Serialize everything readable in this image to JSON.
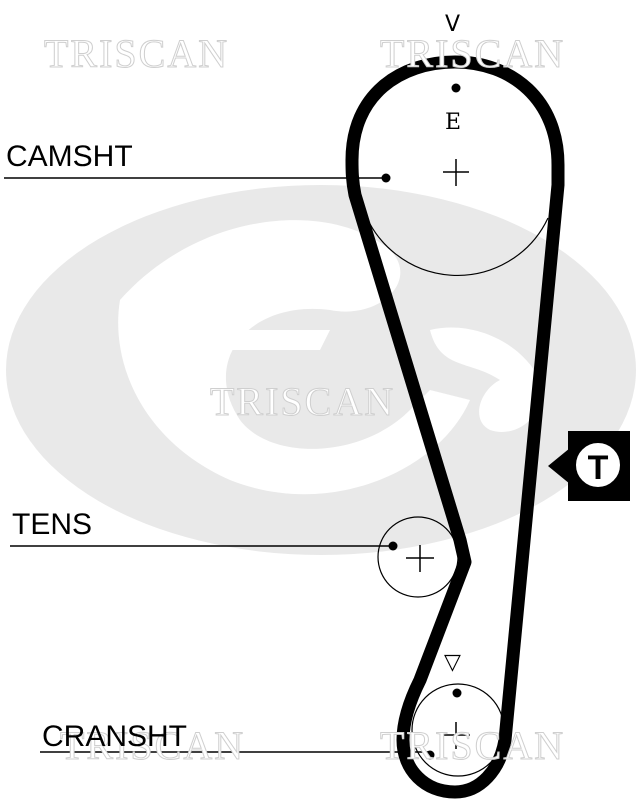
{
  "watermarks": {
    "top_left": "TRISCAN",
    "top_right": "TRISCAN",
    "center": "TRISCAN",
    "bottom_left": "TRISCAN",
    "bottom_right": "TRISCAN"
  },
  "background_logo": "Gates",
  "labels": {
    "camshaft": "CAMSHT",
    "tensioner": "TENS",
    "crankshaft": "CRANSHT"
  },
  "markers": {
    "cam_timing_mark": "V",
    "cam_letter": "E",
    "crank_timing_mark": "▽",
    "tension_side": "T"
  },
  "colors": {
    "belt": "#000000",
    "watermark": "#cfcfcf",
    "logo": "#e6e6e6"
  }
}
